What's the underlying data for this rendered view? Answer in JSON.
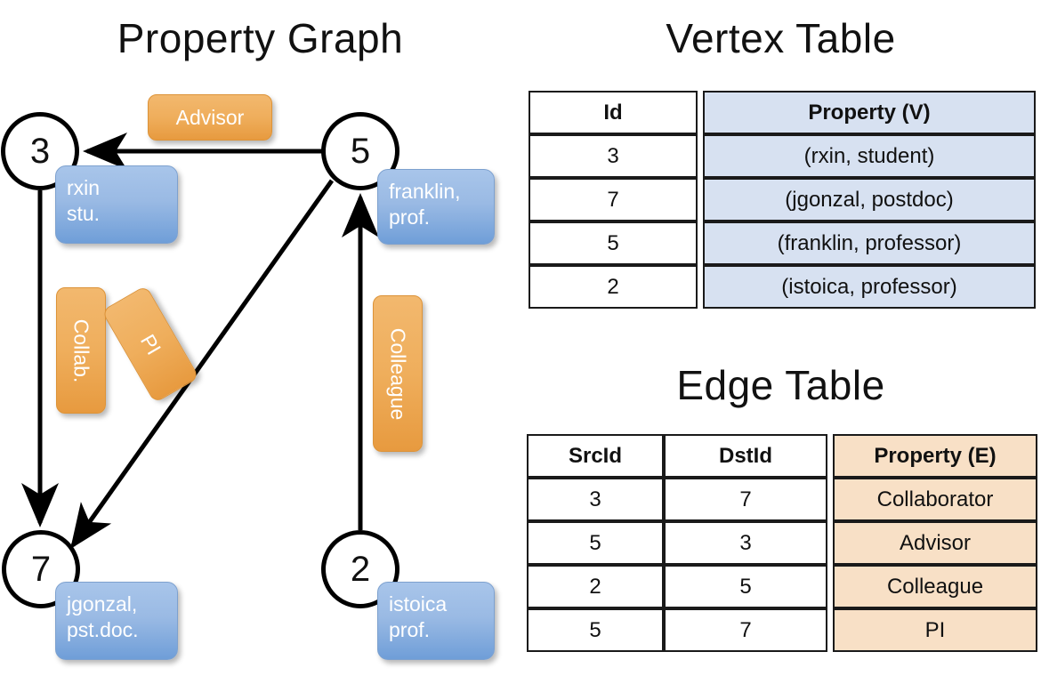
{
  "graph": {
    "title": "Property Graph",
    "nodes": [
      {
        "id": "3",
        "prop_line1": "rxin",
        "prop_line2": "stu."
      },
      {
        "id": "5",
        "prop_line1": "franklin,",
        "prop_line2": "prof."
      },
      {
        "id": "7",
        "prop_line1": "jgonzal,",
        "prop_line2": "pst.doc."
      },
      {
        "id": "2",
        "prop_line1": "istoica",
        "prop_line2": "prof."
      }
    ],
    "edge_labels": [
      {
        "name": "advisor",
        "text": "Advisor"
      },
      {
        "name": "collab",
        "text": "Collab."
      },
      {
        "name": "pi",
        "text": "PI"
      },
      {
        "name": "colleague",
        "text": "Colleague"
      }
    ],
    "edges": [
      {
        "src": "5",
        "dst": "3",
        "label": "Advisor"
      },
      {
        "src": "3",
        "dst": "7",
        "label": "Collab."
      },
      {
        "src": "5",
        "dst": "7",
        "label": "PI"
      },
      {
        "src": "2",
        "dst": "5",
        "label": "Colleague"
      }
    ]
  },
  "vertex_table": {
    "title": "Vertex Table",
    "headers": [
      "Id",
      "Property (V)"
    ],
    "rows": [
      {
        "id": "3",
        "property": "(rxin, student)"
      },
      {
        "id": "7",
        "property": "(jgonzal, postdoc)"
      },
      {
        "id": "5",
        "property": "(franklin, professor)"
      },
      {
        "id": "2",
        "property": "(istoica, professor)"
      }
    ]
  },
  "edge_table": {
    "title": "Edge Table",
    "headers": [
      "SrcId",
      "DstId",
      "Property (E)"
    ],
    "rows": [
      {
        "src": "3",
        "dst": "7",
        "property": "Collaborator"
      },
      {
        "src": "5",
        "dst": "3",
        "property": "Advisor"
      },
      {
        "src": "2",
        "dst": "5",
        "property": "Colleague"
      },
      {
        "src": "5",
        "dst": "7",
        "property": "PI"
      }
    ]
  },
  "colors": {
    "vertex_fill": "#d7e1f1",
    "edge_fill": "#f8e0c6",
    "node_box_blue": "#9abae4",
    "edge_box_orange": "#efae5c",
    "stroke": "#000000"
  }
}
